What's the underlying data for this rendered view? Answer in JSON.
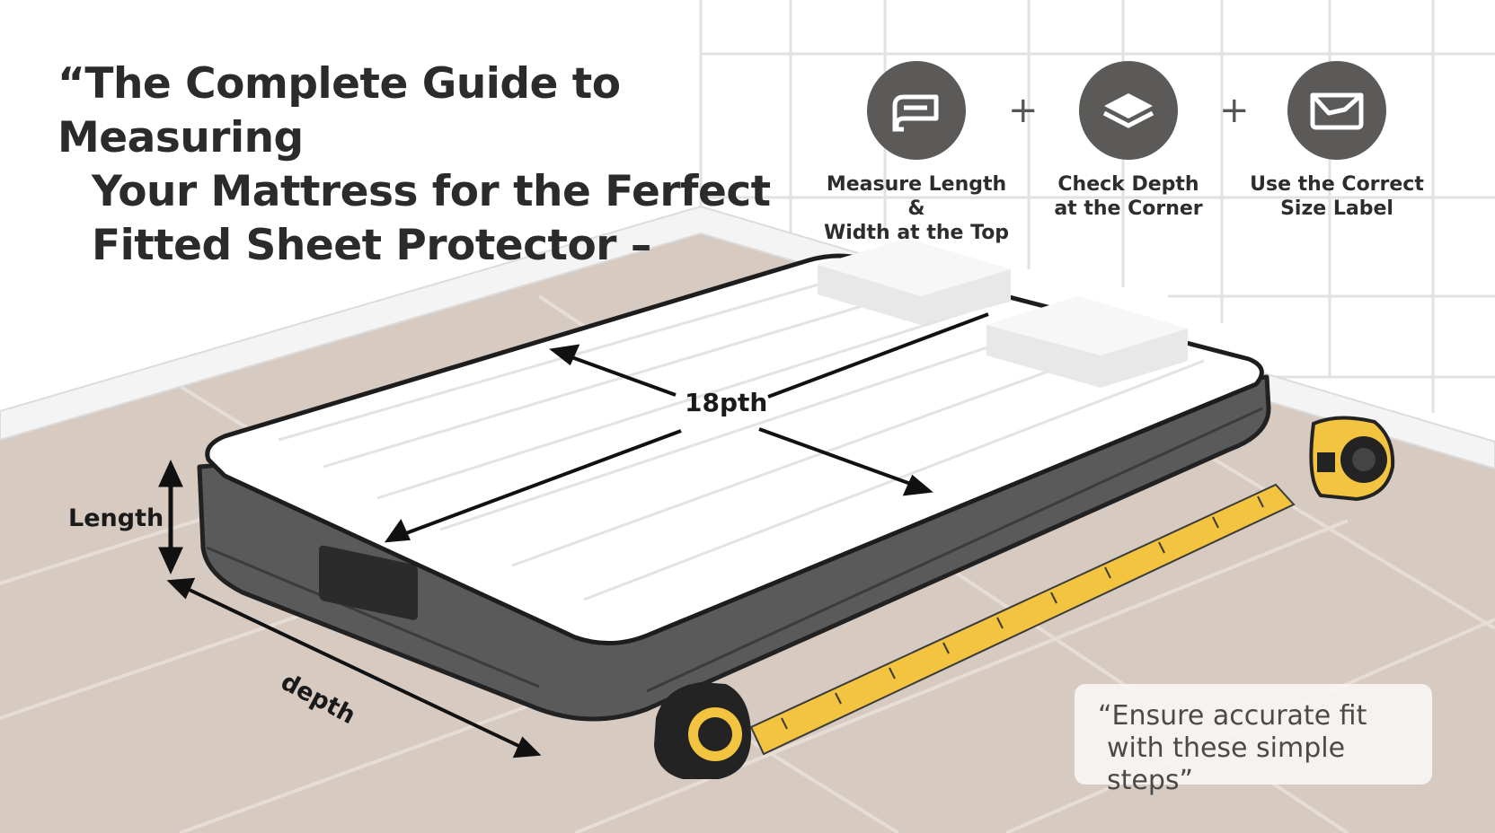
{
  "title": {
    "line1": "“The Complete Guide to Measuring",
    "line2": "Your Mattress for the Ferfect",
    "line3": "Fitted Sheet Protector –"
  },
  "steps": [
    {
      "icon": "sheet-fold-icon",
      "line1": "Measure Length &",
      "line2": "Width at the Top"
    },
    {
      "icon": "layers-icon",
      "line1": "Check Depth",
      "line2": "at the Corner"
    },
    {
      "icon": "fitted-sheet-icon",
      "line1": "Use the Correct",
      "line2": "Size Label"
    }
  ],
  "separator": "+",
  "dimensions": {
    "length": "Length",
    "width": "18pth",
    "depth": "depth"
  },
  "note": {
    "line1": "“Ensure accurate fit",
    "line2": "with these simple steps”"
  },
  "colors": {
    "icon_circle": "#5b5a59",
    "mattress_side": "#595959",
    "mattress_top": "#ffffff",
    "floor": "#d8ccc3",
    "tape": "#f2c440"
  }
}
